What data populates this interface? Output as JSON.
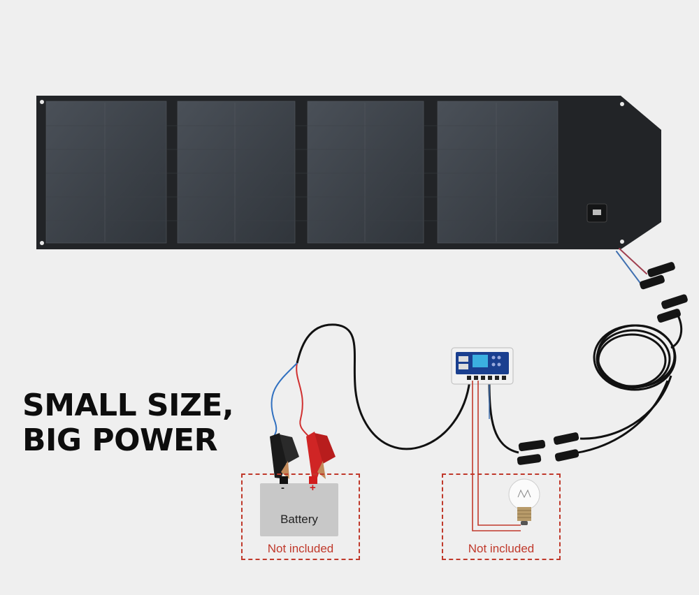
{
  "headline": {
    "line1": "SMALL SIZE,",
    "line2": "BIG POWER"
  },
  "battery": {
    "label": "Battery",
    "minus": "-",
    "plus": "+"
  },
  "notes": {
    "battery": "Not included",
    "bulb": "Not included"
  },
  "colors": {
    "background": "#efefef",
    "panel": "#2f3338",
    "panel_frame": "#1f2124",
    "cable": "#111111",
    "accent_red": "#c0392b",
    "controller": "#1a3f8f"
  },
  "icons": [
    "solar-panel",
    "mc4-connector",
    "charge-controller",
    "alligator-clip",
    "light-bulb"
  ]
}
